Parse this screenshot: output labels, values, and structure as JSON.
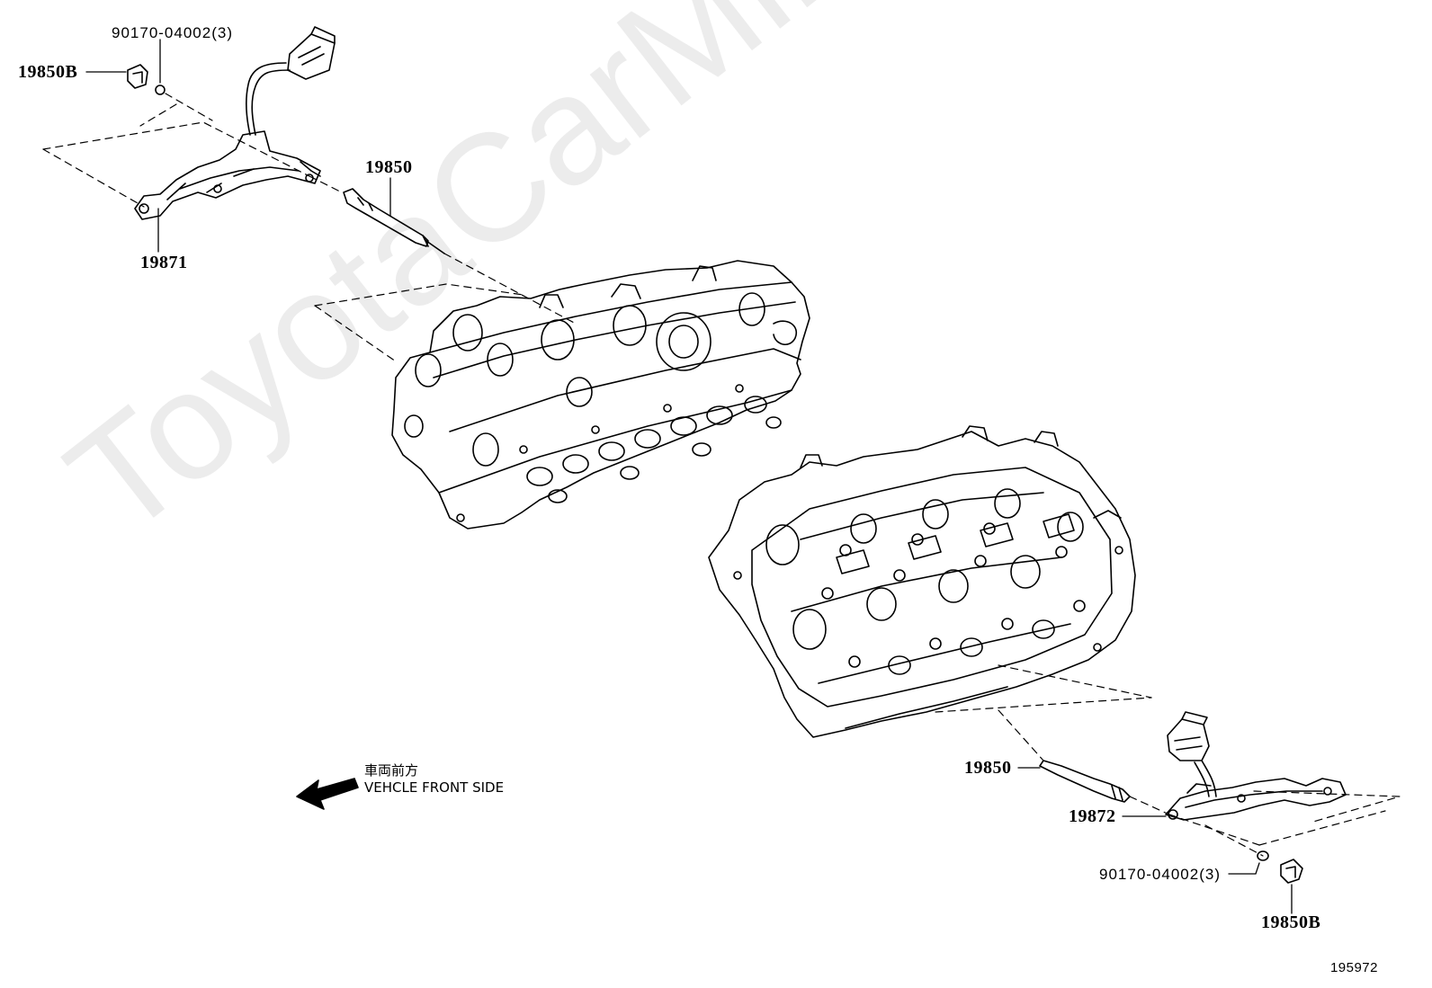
{
  "diagram": {
    "id": "195972",
    "watermark": "ToyotaCarMine.ru",
    "labels": {
      "washer_top": "90170-04002(3)",
      "bolt_top": "19850B",
      "glow_plug_top": "19850",
      "connector_top": "19871",
      "glow_plug_bottom": "19850",
      "connector_bottom": "19872",
      "washer_bottom": "90170-04002(3)",
      "bolt_bottom": "19850B"
    },
    "direction": {
      "japanese": "車両前方",
      "english": "VEHCLE FRONT SIDE"
    }
  },
  "colors": {
    "line": "#000000",
    "background": "#ffffff"
  }
}
